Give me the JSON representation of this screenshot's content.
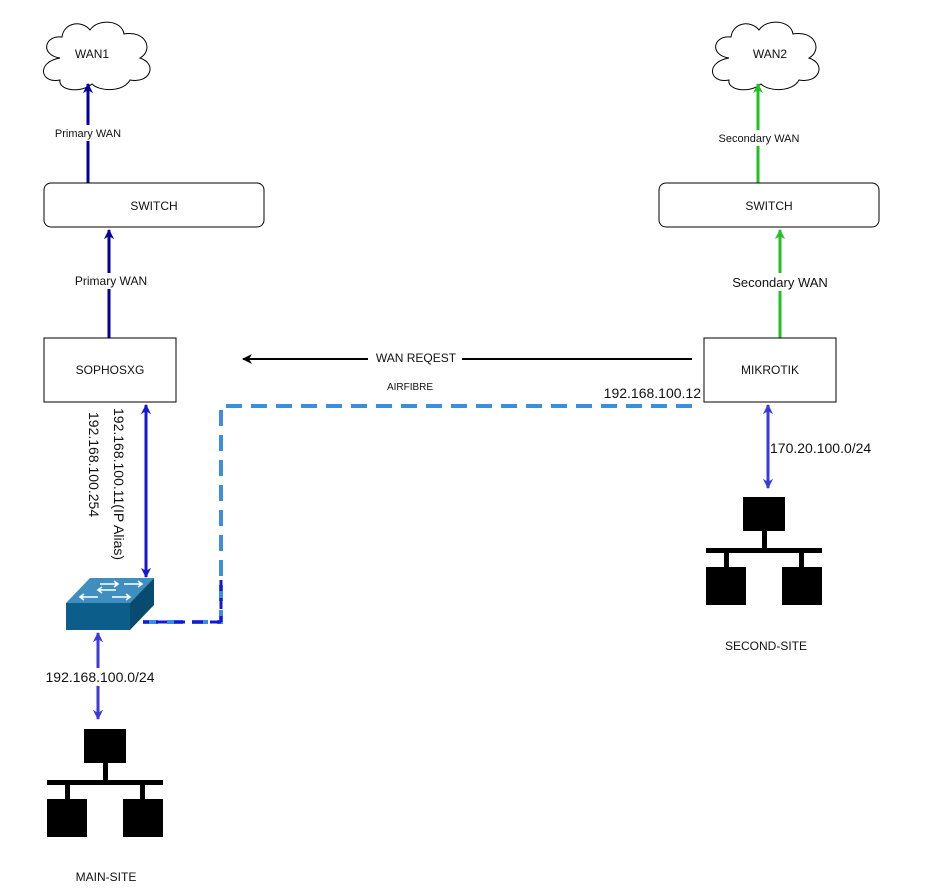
{
  "nodes": {
    "wan1": "WAN1",
    "wan2": "WAN2",
    "switch_left": "SWITCH",
    "switch_right": "SWITCH",
    "sophos": "SOPHOSXG",
    "mikrotik": "MIKROTIK",
    "main_site": "MAIN-SITE",
    "second_site": "SECOND-SITE"
  },
  "links": {
    "primary_wan_top": "Primary WAN",
    "primary_wan_bottom": "Primary WAN",
    "secondary_wan_top": "Secondary WAN",
    "secondary_wan_bottom": "Secondary WAN",
    "wan_request": "WAN REQEST",
    "airfibre": "AIRFIBRE",
    "mikrotik_ip": "192.168.100.12",
    "sophos_ip_alias": "192.168.100.11(IP Alias)",
    "sophos_ip": "192.168.100.254",
    "main_subnet": "192.168.100.0/24",
    "second_subnet": "170.20.100.0/24"
  },
  "icons": {
    "cloud": "cloud-icon",
    "network_switch": "network-switch-icon",
    "lan": "lan-network-icon"
  },
  "colors": {
    "primary_link": "#0000a0",
    "secondary_link": "#22c122",
    "request_arrow": "#000000",
    "airfibre_link": "#3b8fe0",
    "switch_link": "#1616d4",
    "lan_link": "#3a3adb",
    "switch_icon_top": "#3e8fc0",
    "switch_icon_front": "#0c5d8a"
  }
}
